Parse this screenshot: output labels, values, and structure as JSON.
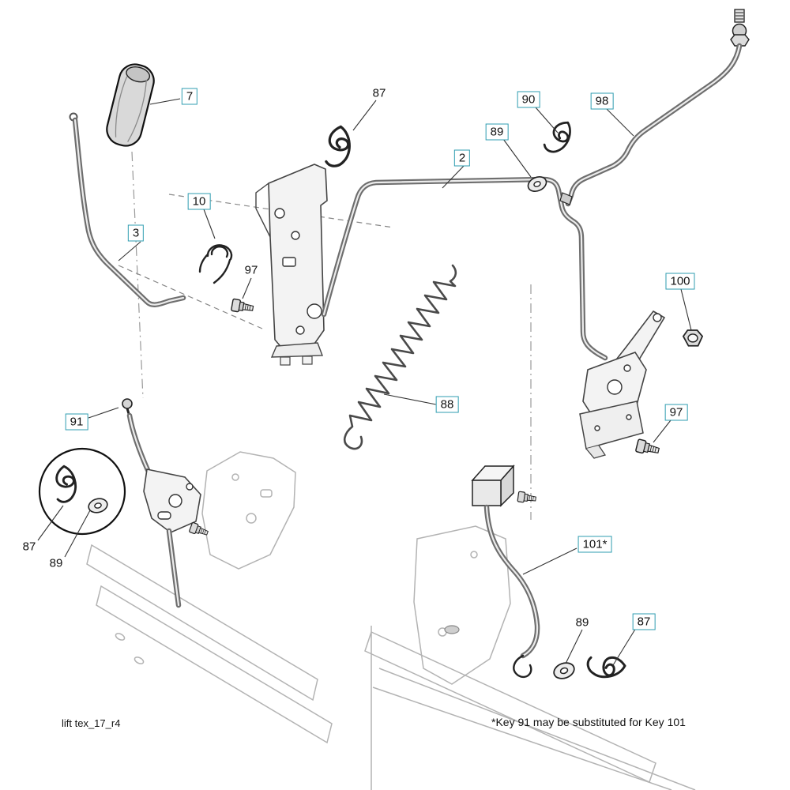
{
  "footer": {
    "doc_code": "lift tex_17_r4",
    "note": "*Key 91 may be substituted for Key 101"
  },
  "callouts": {
    "c7": {
      "text": "7"
    },
    "c87_top": {
      "text": "87"
    },
    "c90": {
      "text": "90"
    },
    "c89_top": {
      "text": "89"
    },
    "c98": {
      "text": "98"
    },
    "c2": {
      "text": "2"
    },
    "c10": {
      "text": "10"
    },
    "c3": {
      "text": "3"
    },
    "c97_left": {
      "text": "97"
    },
    "c100": {
      "text": "100"
    },
    "c88": {
      "text": "88"
    },
    "c97_right": {
      "text": "97"
    },
    "c91": {
      "text": "91"
    },
    "c87_inset": {
      "text": "87"
    },
    "c89_inset": {
      "text": "89"
    },
    "c101": {
      "text": "101*"
    },
    "c89_bottom": {
      "text": "89"
    },
    "c87_bottom": {
      "text": "87"
    }
  },
  "colors": {
    "callout_border": "#2f9db0",
    "line": "#222222",
    "rod": "#6e6e6e",
    "chassis": "#b3b3b3"
  }
}
